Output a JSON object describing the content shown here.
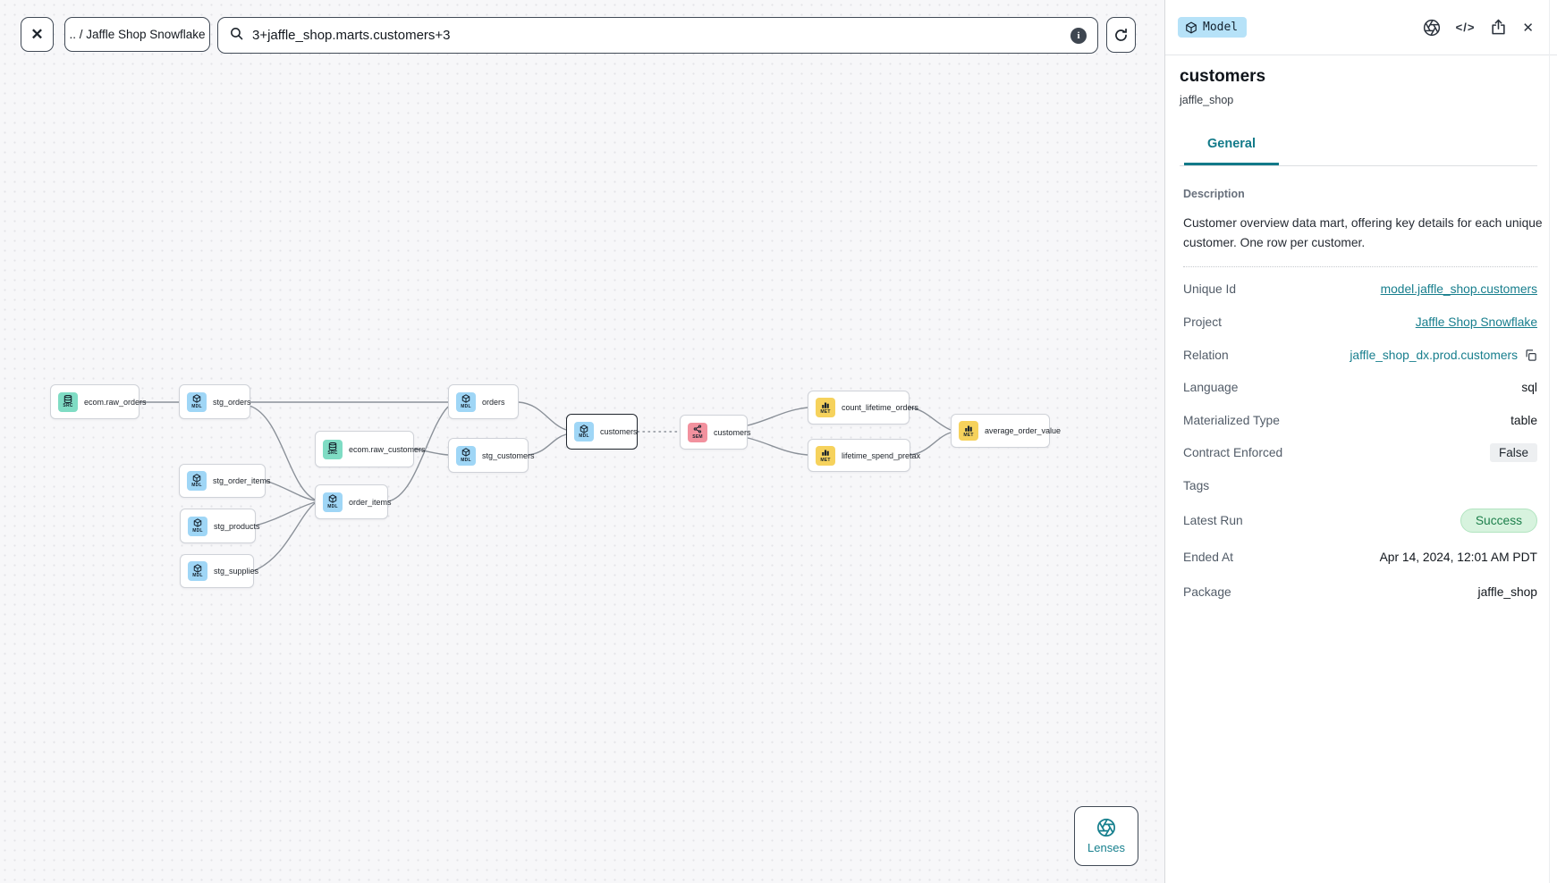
{
  "toolbar": {
    "close_label": "✕",
    "breadcrumb": ".. / Jaffle Shop Snowflake",
    "search_value": "3+jaffle_shop.marts.customers+3"
  },
  "canvas": {
    "lenses_label": "Lenses",
    "nodes": [
      {
        "label": "ecom.raw_orders",
        "kind": "SRC"
      },
      {
        "label": "stg_orders",
        "kind": "MDL"
      },
      {
        "label": "stg_order_items",
        "kind": "MDL"
      },
      {
        "label": "stg_products",
        "kind": "MDL"
      },
      {
        "label": "stg_supplies",
        "kind": "MDL"
      },
      {
        "label": "ecom.raw_customers",
        "kind": "SRC"
      },
      {
        "label": "order_items",
        "kind": "MDL"
      },
      {
        "label": "orders",
        "kind": "MDL"
      },
      {
        "label": "stg_customers",
        "kind": "MDL"
      },
      {
        "label": "customers",
        "kind": "MDL"
      },
      {
        "label": "customers",
        "kind": "SEM"
      },
      {
        "label": "count_lifetime_orders",
        "kind": "MET"
      },
      {
        "label": "lifetime_spend_pretax",
        "kind": "MET"
      },
      {
        "label": "average_order_value",
        "kind": "MET"
      }
    ]
  },
  "panel": {
    "badge": "Model",
    "header_icons": {
      "code": "</>",
      "close": "✕"
    },
    "title": "customers",
    "subtitle": "jaffle_shop",
    "tab": "General",
    "description_label": "Description",
    "description": "Customer overview data mart, offering key details for each unique customer. One row per customer.",
    "rows": [
      {
        "label": "Unique Id",
        "value": "model.jaffle_shop.customers"
      },
      {
        "label": "Project",
        "value": "Jaffle Shop Snowflake"
      },
      {
        "label": "Relation",
        "value": "jaffle_shop_dx.prod.customers"
      },
      {
        "label": "Language",
        "value": "sql"
      },
      {
        "label": "Materialized Type",
        "value": "table"
      },
      {
        "label": "Contract Enforced",
        "value": "False"
      },
      {
        "label": "Tags",
        "value": ""
      },
      {
        "label": "Latest Run",
        "value": "Success"
      },
      {
        "label": "Ended At",
        "value": "Apr 14, 2024, 12:01 AM PDT"
      },
      {
        "label": "Package",
        "value": "jaffle_shop"
      }
    ]
  },
  "colors": {
    "accent_teal": "#177E8D",
    "success_bg": "#D7F3DE",
    "success_text": "#1D7F4B",
    "src_icon": "#7FDCC4",
    "mdl_icon": "#9FD6F6",
    "sem_icon": "#F2919E",
    "met_icon": "#F6D25C",
    "badge_bg": "#B6E2F8",
    "canvas_bg": "#F7F7F9"
  }
}
